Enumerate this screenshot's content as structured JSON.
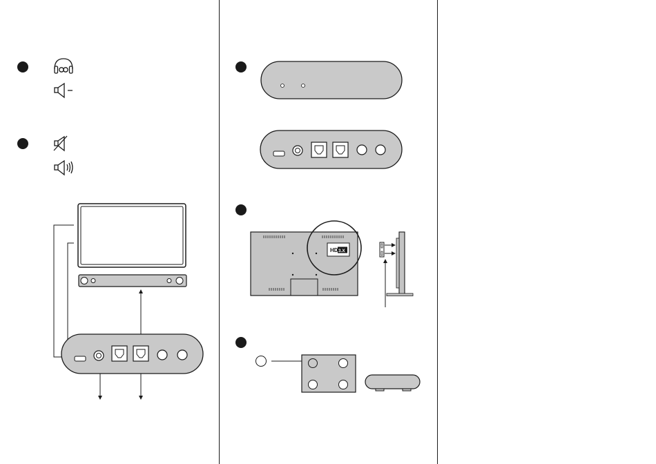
{
  "colors": {
    "line": "#1a1a1a",
    "panel_fill": "#c9c9c9",
    "tv_fill": "#c4c4c4",
    "background": "#ffffff"
  },
  "tv_badge": {
    "brand": "HD",
    "suffix": "3.X"
  },
  "icons": {
    "step_markers": [
      "step-bullet-1",
      "step-bullet-2",
      "step-bullet-3",
      "step-bullet-4"
    ],
    "controls": [
      "headphone-icon",
      "speaker-minus-icon",
      "speaker-mute-icon",
      "speaker-volume-up-icon"
    ],
    "ports": [
      "hdmi-port-icon",
      "coaxial-port-icon",
      "optical-port-icon",
      "rca-port-icon",
      "led-indicator-icon"
    ]
  }
}
